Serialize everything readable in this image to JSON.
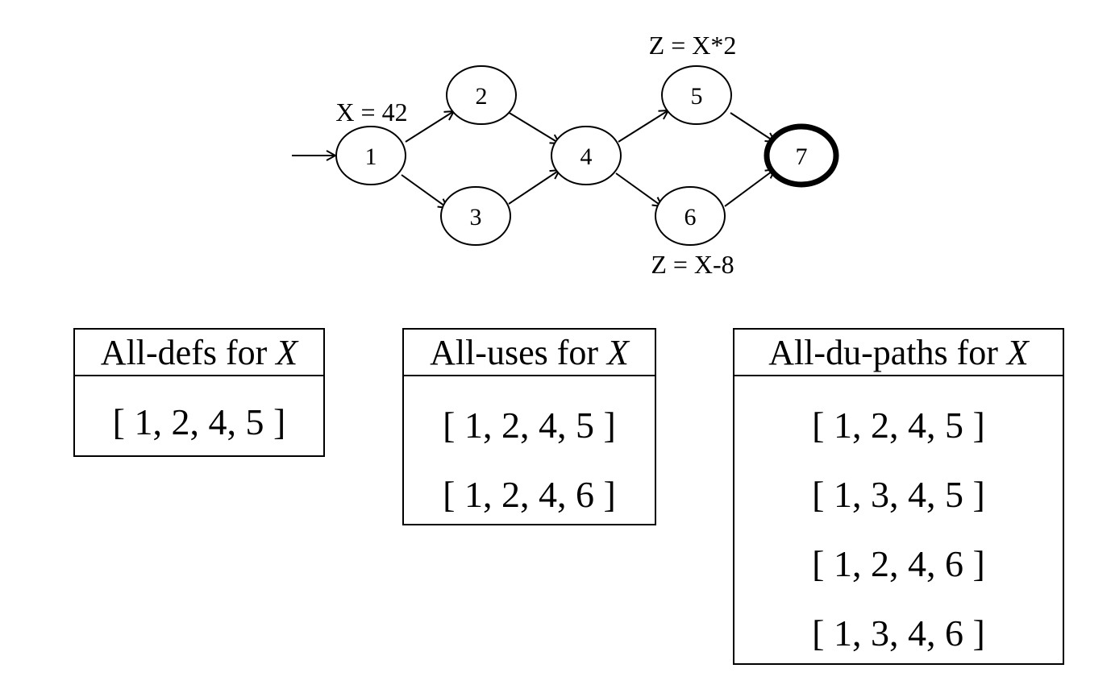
{
  "graph": {
    "nodes": [
      {
        "id": "1",
        "label": "1"
      },
      {
        "id": "2",
        "label": "2"
      },
      {
        "id": "3",
        "label": "3"
      },
      {
        "id": "4",
        "label": "4"
      },
      {
        "id": "5",
        "label": "5"
      },
      {
        "id": "6",
        "label": "6"
      },
      {
        "id": "7",
        "label": "7",
        "final": true
      }
    ],
    "edges": [
      {
        "from": "1",
        "to": "2"
      },
      {
        "from": "1",
        "to": "3"
      },
      {
        "from": "2",
        "to": "4"
      },
      {
        "from": "3",
        "to": "4"
      },
      {
        "from": "4",
        "to": "5"
      },
      {
        "from": "4",
        "to": "6"
      },
      {
        "from": "5",
        "to": "7"
      },
      {
        "from": "6",
        "to": "7"
      }
    ],
    "initial_node": "1",
    "annotations": {
      "node1": "X = 42",
      "node5": "Z = X*2",
      "node6": "Z = X-8"
    }
  },
  "tables": {
    "all_defs": {
      "title_prefix": "All-defs for ",
      "title_var": "X",
      "rows": [
        "[ 1, 2, 4, 5 ]"
      ]
    },
    "all_uses": {
      "title_prefix": "All-uses for ",
      "title_var": "X",
      "rows": [
        "[ 1, 2, 4, 5 ]",
        "[ 1, 2, 4, 6 ]"
      ]
    },
    "all_du_paths": {
      "title_prefix": "All-du-paths for ",
      "title_var": "X",
      "rows": [
        "[ 1, 2, 4, 5 ]",
        "[ 1, 3, 4, 5 ]",
        "[ 1, 2, 4, 6 ]",
        "[ 1, 3, 4, 6 ]"
      ]
    }
  }
}
